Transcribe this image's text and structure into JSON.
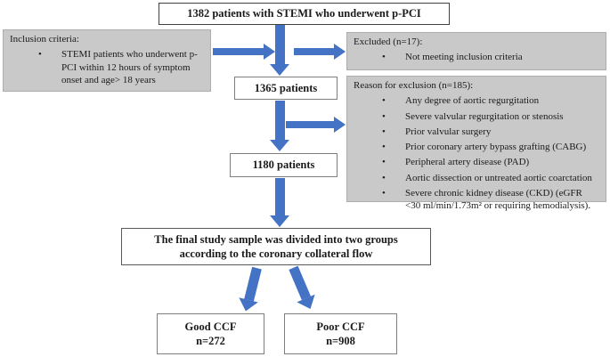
{
  "bullet_char": "•",
  "colors": {
    "arrow_blue": "#4472C4",
    "box_gray": "#C9C9C9",
    "box_border_gray": "#ADADAD",
    "box_border_dark": "#595959"
  },
  "boxes": {
    "top": {
      "text": "1382 patients with STEMI who underwent p-PCI"
    },
    "inclusion": {
      "title": "Inclusion criteria:",
      "bullets": [
        "STEMI patients who underwent p-PCI within 12 hours of symptom onset and age> 18 years"
      ]
    },
    "excluded": {
      "title": "Excluded (n=17):",
      "bullets": [
        "Not meeting inclusion criteria"
      ]
    },
    "n1365": {
      "text": "1365 patients"
    },
    "reason": {
      "title": "Reason for exclusion (n=185):",
      "bullets": [
        "Any degree of aortic regurgitation",
        "Severe valvular regurgitation or stenosis",
        "Prior valvular surgery",
        "Prior coronary artery bypass grafting (CABG)",
        "Peripheral artery disease (PAD)",
        "Aortic dissection or untreated aortic coarctation",
        "Severe chronic kidney disease (CKD) (eGFR <30 ml/min/1.73m² or requiring hemodialysis)."
      ]
    },
    "n1180": {
      "text": "1180 patients"
    },
    "final": {
      "lines": [
        "The final study sample was divided into two groups",
        "according to the coronary collateral flow"
      ]
    },
    "good": {
      "lines": [
        "Good CCF",
        "n=272"
      ]
    },
    "poor": {
      "lines": [
        "Poor CCF",
        "n=908"
      ]
    }
  }
}
